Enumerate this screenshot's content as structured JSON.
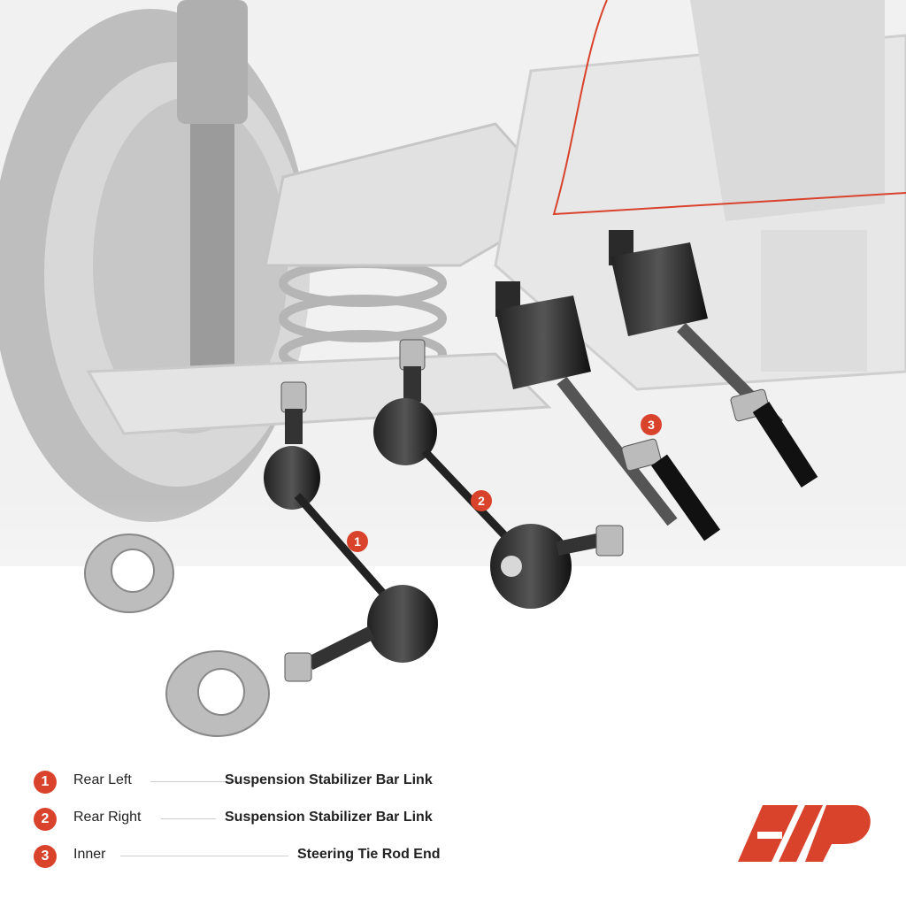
{
  "legend": [
    {
      "num": "1",
      "position": "Rear Left",
      "part": "Suspension Stabilizer Bar Link"
    },
    {
      "num": "2",
      "position": "Rear Right",
      "part": "Suspension Stabilizer Bar Link"
    },
    {
      "num": "3",
      "position": "Inner",
      "part": "Steering Tie Rod End"
    }
  ],
  "callouts": [
    "1",
    "2",
    "3"
  ],
  "colors": {
    "accent": "#d9432c",
    "text": "#222222"
  }
}
